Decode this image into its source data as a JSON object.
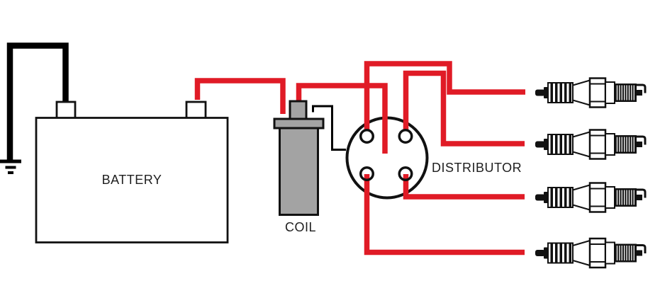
{
  "diagram": {
    "type": "ignition-system-wiring",
    "labels": {
      "battery": "BATTERY",
      "coil": "COIL",
      "distributor": "DISTRIBUTOR"
    },
    "components": {
      "battery_terminal_count": 2,
      "distributor_terminal_count": 4,
      "spark_plug_count": 4
    },
    "colors": {
      "background": "#ffffff",
      "hot_wire": "#e01b26",
      "ground_wire": "#000000",
      "outline": "#111111",
      "coil_fill": "#a3a3a3",
      "label_text": "#1e1e1e"
    }
  }
}
